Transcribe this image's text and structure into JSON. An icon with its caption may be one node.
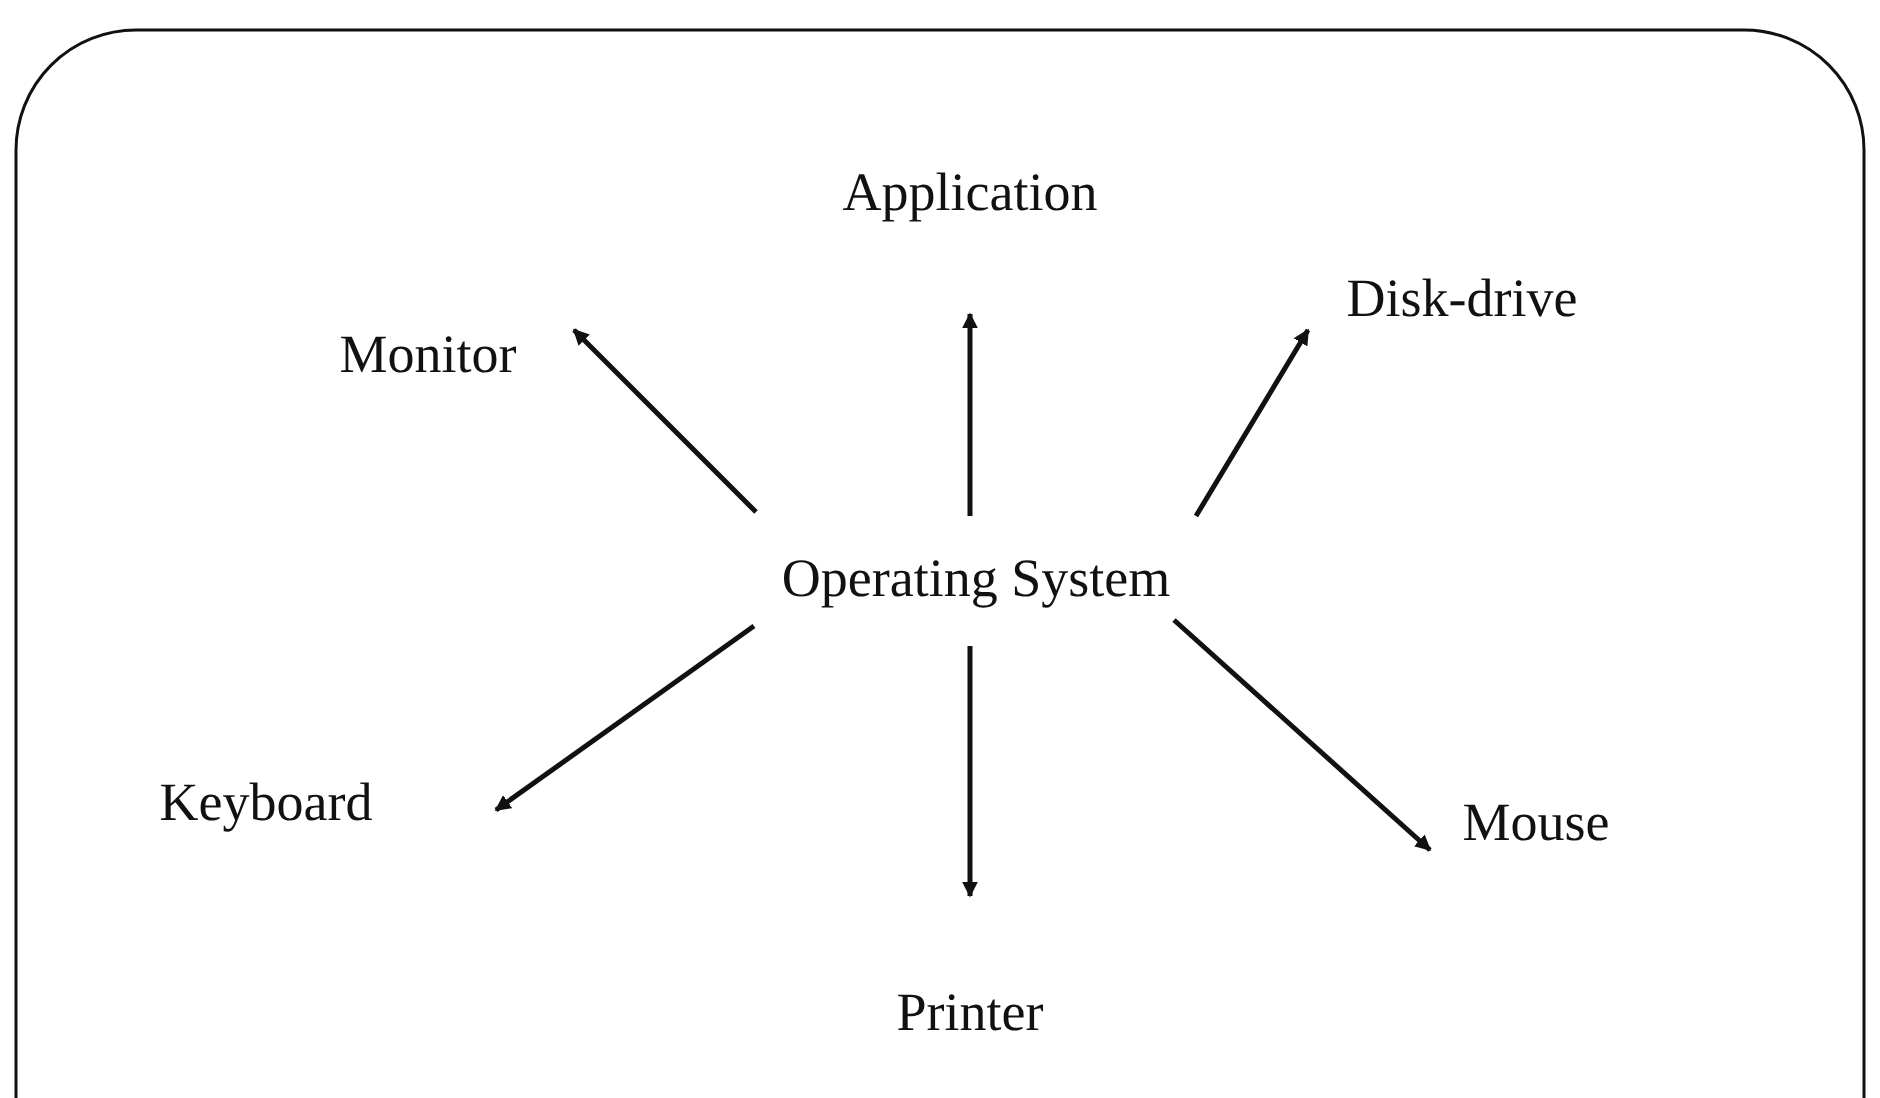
{
  "diagram": {
    "nodes": [
      {
        "text": [
          "Operating System"
        ]
      },
      {
        "text": [
          "Application"
        ]
      },
      {
        "text": [
          "Disk-drive"
        ]
      },
      {
        "text": [
          "Monitor"
        ]
      },
      {
        "text": [
          "Keyboard"
        ]
      },
      {
        "text": [
          "Mouse"
        ]
      },
      {
        "text": [
          "Printer"
        ]
      }
    ],
    "edges": [
      {
        "from": 0,
        "to": 1,
        "arrow": "to"
      },
      {
        "from": 0,
        "to": 2,
        "arrow": "to"
      },
      {
        "from": 0,
        "to": 3,
        "arrow": "to"
      },
      {
        "from": 0,
        "to": 4,
        "arrow": "to"
      },
      {
        "from": 0,
        "to": 5,
        "arrow": "to"
      },
      {
        "from": 0,
        "to": 6,
        "arrow": "to"
      }
    ]
  }
}
